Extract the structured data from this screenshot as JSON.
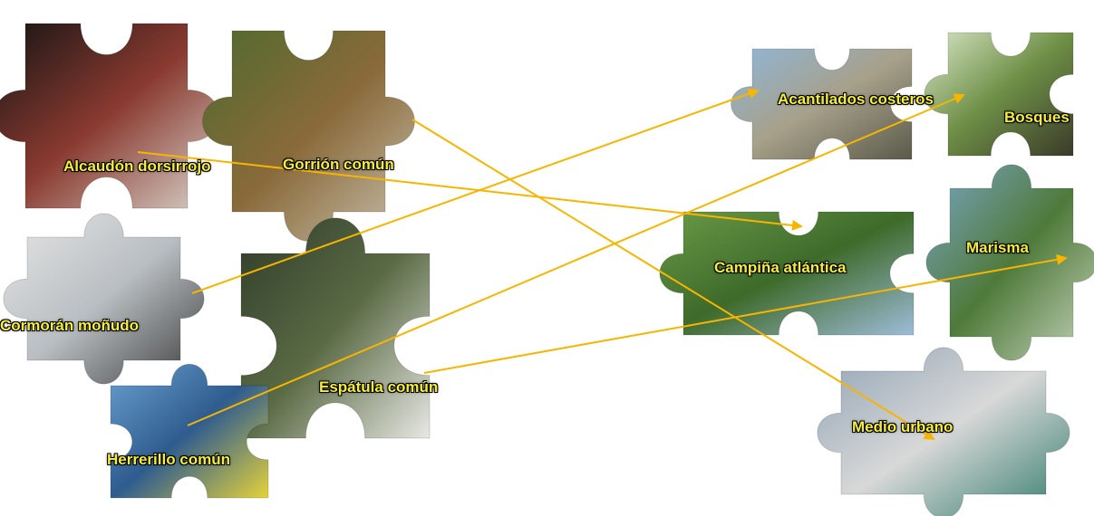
{
  "birds": [
    {
      "id": "alcaudon",
      "label": "Alcaudón dorsirrojo",
      "colors": [
        "#141414",
        "#8a3a30",
        "#d8d4cc"
      ]
    },
    {
      "id": "gorrion",
      "label": "Gorrión común",
      "colors": [
        "#4e6a2e",
        "#8a6a3a",
        "#c9c2b0"
      ]
    },
    {
      "id": "cormoran",
      "label": "Cormorán moñudo",
      "colors": [
        "#e6e6e6",
        "#b9bec2",
        "#3a3a3a"
      ]
    },
    {
      "id": "espatula",
      "label": "Espátula común",
      "colors": [
        "#2f3c2a",
        "#5a6a44",
        "#e8e8e4"
      ]
    },
    {
      "id": "herrerillo",
      "label": "Herrerillo común",
      "colors": [
        "#6aa0cf",
        "#2f5c8f",
        "#e4d23a"
      ]
    }
  ],
  "habitats": [
    {
      "id": "acantilados",
      "label": "Acantilados costeros",
      "colors": [
        "#8fb6d8",
        "#a7a08a",
        "#5a5a4a"
      ]
    },
    {
      "id": "bosques",
      "label": "Bosques",
      "colors": [
        "#d8e6c8",
        "#6e8f46",
        "#3a3a2a"
      ]
    },
    {
      "id": "campina",
      "label": "Campiña atlántica",
      "colors": [
        "#6a9a48",
        "#3e6a2a",
        "#9dbcd8"
      ]
    },
    {
      "id": "marisma",
      "label": "Marisma",
      "colors": [
        "#7aa6c8",
        "#4f7a3a",
        "#c9d6c0"
      ]
    },
    {
      "id": "urbano",
      "label": "Medio urbano",
      "colors": [
        "#8fa2b4",
        "#d8d8d8",
        "#2f7a6a"
      ]
    }
  ],
  "connections": [
    {
      "from": "alcaudon",
      "to": "campina"
    },
    {
      "from": "gorrion",
      "to": "urbano"
    },
    {
      "from": "cormoran",
      "to": "acantilados"
    },
    {
      "from": "espatula",
      "to": "marisma"
    },
    {
      "from": "herrerillo",
      "to": "bosques"
    }
  ],
  "arrow_color": "#f7b500"
}
